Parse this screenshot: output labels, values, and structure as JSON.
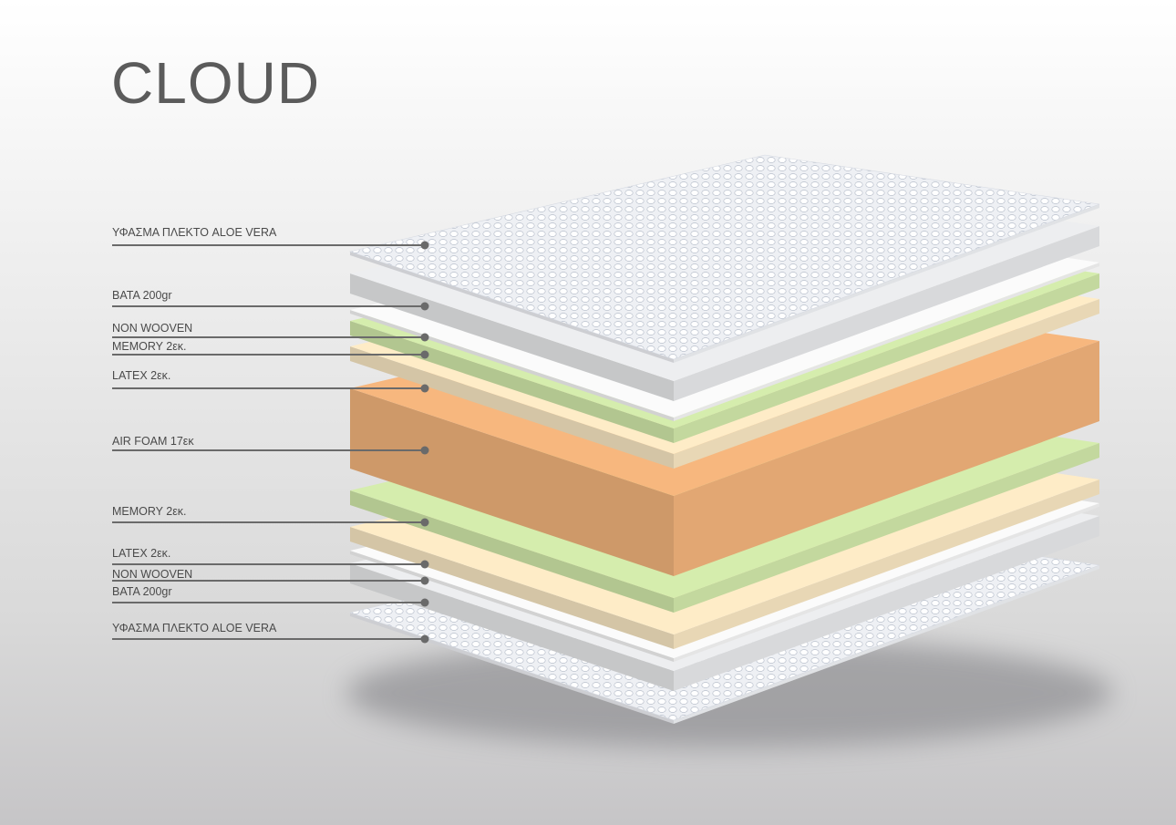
{
  "title": "CLOUD",
  "colors": {
    "fabric": "#eef0f4",
    "batting": "#e6e7e9",
    "nonwoven": "#f4f4f4",
    "memory": "#cfe6a8",
    "latex": "#f7e5c1",
    "airfoam": "#f0b27a",
    "leader": "#6a6a6a",
    "label": "#4a4a4a"
  },
  "layers": [
    {
      "label": "ΥΦΑΣΜΑ ΠΛΕΚΤΟ ALOE VERA",
      "material": "fabric"
    },
    {
      "label": "BATA 200gr",
      "material": "batting"
    },
    {
      "label": "NON WOOVEN",
      "material": "nonwoven"
    },
    {
      "label": "MEMORY 2εκ.",
      "material": "memory"
    },
    {
      "label": "LATEX  2εκ.",
      "material": "latex"
    },
    {
      "label": "AIR FOAM 17εκ",
      "material": "airfoam"
    },
    {
      "label": "MEMORY 2εκ.",
      "material": "memory"
    },
    {
      "label": "LATEX  2εκ.",
      "material": "latex"
    },
    {
      "label": "NON WOOVEN",
      "material": "nonwoven"
    },
    {
      "label": "BATA 200gr",
      "material": "batting"
    },
    {
      "label": "ΥΦΑΣΜΑ ΠΛΕΚΤΟ ALOE VERA",
      "material": "fabric"
    }
  ]
}
